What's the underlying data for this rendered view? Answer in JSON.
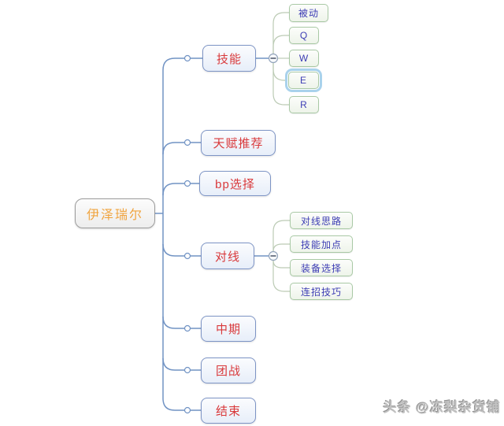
{
  "mindmap": {
    "root": {
      "label": "伊泽瑞尔"
    },
    "branches": [
      {
        "label": "技能",
        "collapse_icon": "minus",
        "children": [
          {
            "label": "被动"
          },
          {
            "label": "Q"
          },
          {
            "label": "W"
          },
          {
            "label": "E",
            "selected": true
          },
          {
            "label": "R"
          }
        ]
      },
      {
        "label": "天赋推荐"
      },
      {
        "label": "bp选择"
      },
      {
        "label": "对线",
        "collapse_icon": "minus",
        "children": [
          {
            "label": "对线思路"
          },
          {
            "label": "技能加点"
          },
          {
            "label": "装备选择"
          },
          {
            "label": "连招技巧"
          }
        ]
      },
      {
        "label": "中期"
      },
      {
        "label": "团战"
      },
      {
        "label": "结束"
      }
    ]
  },
  "watermark": {
    "text": "头条 @冻梨杂货铺"
  },
  "colors": {
    "branch_line": "#7193c4",
    "child_line": "#bccbb5",
    "root_text": "#f0a43f",
    "branch_text": "#d9393b",
    "child_text": "#3c3cb4",
    "branch_border": "#7d94c5",
    "child_border": "#a9c9a5",
    "selection_ring": "#a9d2ec"
  }
}
